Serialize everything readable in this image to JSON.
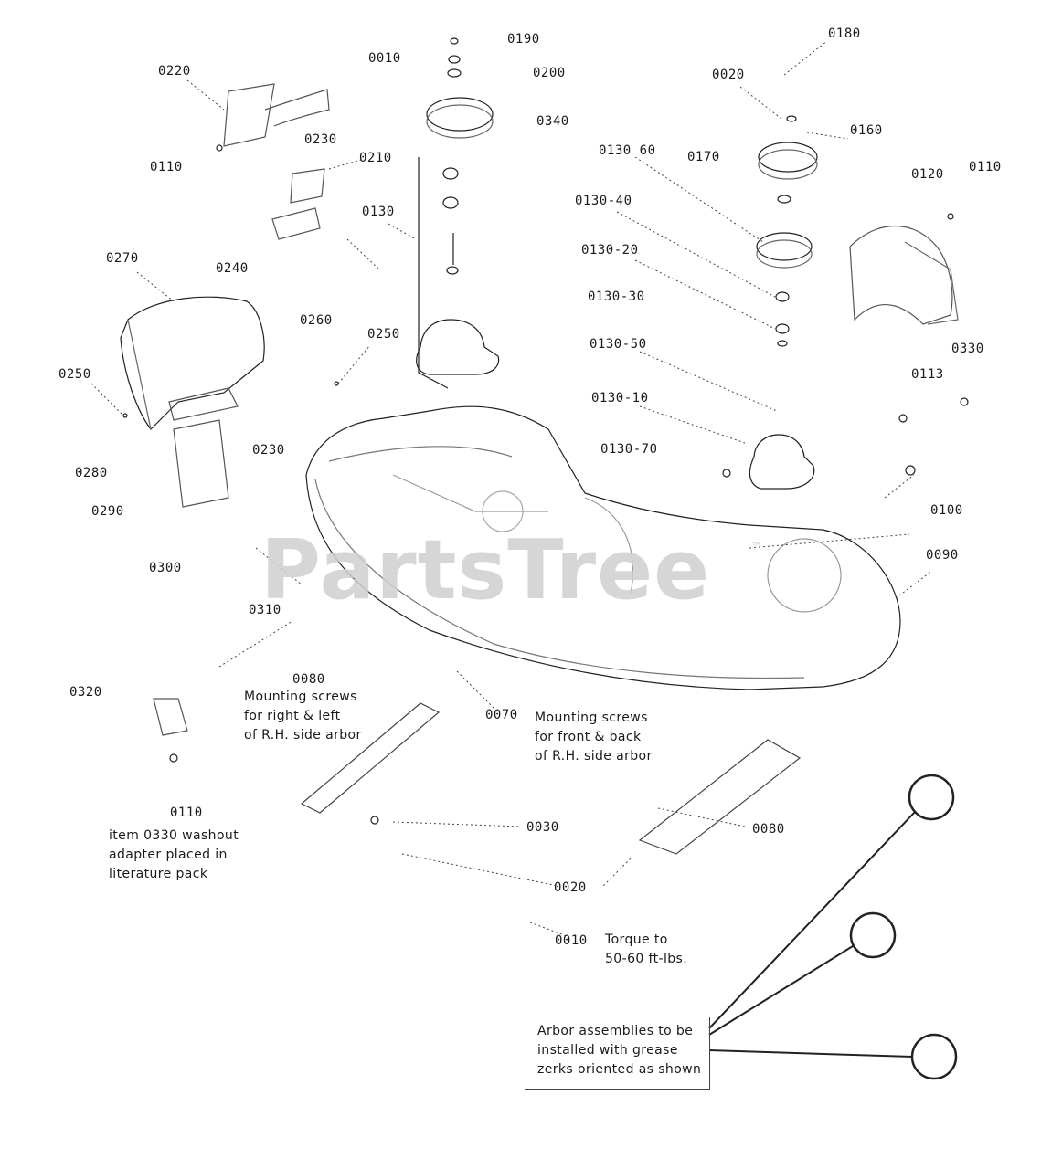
{
  "watermark": {
    "text": "PartsTree",
    "tm": "™"
  },
  "callouts": {
    "c0010_top": "0010",
    "c0190": "0190",
    "c0200": "0200",
    "c0340": "0340",
    "c0180": "0180",
    "c0020_top": "0020",
    "c0220": "0220",
    "c0110_left": "0110",
    "c0230_top": "0230",
    "c0210": "0210",
    "c0130": "0130",
    "c0130_60": "0130 60",
    "c0170": "0170",
    "c0160": "0160",
    "c0120": "0120",
    "c0110_right": "0110",
    "c0130_40": "0130-40",
    "c0240": "0240",
    "c0270": "0270",
    "c0130_20": "0130-20",
    "c0130_30": "0130-30",
    "c0260": "0260",
    "c0250_mid": "0250",
    "c0130_50": "0130-50",
    "c0330": "0330",
    "c0250_left": "0250",
    "c0113": "0113",
    "c0130_10": "0130-10",
    "c0230_mid": "0230",
    "c0130_70": "0130-70",
    "c0280": "0280",
    "c0290": "0290",
    "c0100": "0100",
    "c0090": "0090",
    "c0300": "0300",
    "c0310": "0310",
    "c0320": "0320",
    "c0080_mid": "0080",
    "c0070": "0070",
    "c0110_bottom": "0110",
    "c0030": "0030",
    "c0080_right": "0080",
    "c0020_bottom": "0020",
    "c0010_bottom": "0010"
  },
  "notes": {
    "mounting_rl": [
      "Mounting screws",
      "for right & left",
      "of R.H. side arbor"
    ],
    "mounting_fb": [
      "Mounting screws",
      "for front & back",
      "of R.H. side arbor"
    ],
    "washout": [
      "item 0330 washout",
      "adapter placed in",
      "literature pack"
    ],
    "torque": [
      "Torque to",
      "50-60 ft-lbs."
    ],
    "arbor": [
      "Arbor assemblies to be",
      "installed with grease",
      "zerks oriented as shown"
    ]
  }
}
